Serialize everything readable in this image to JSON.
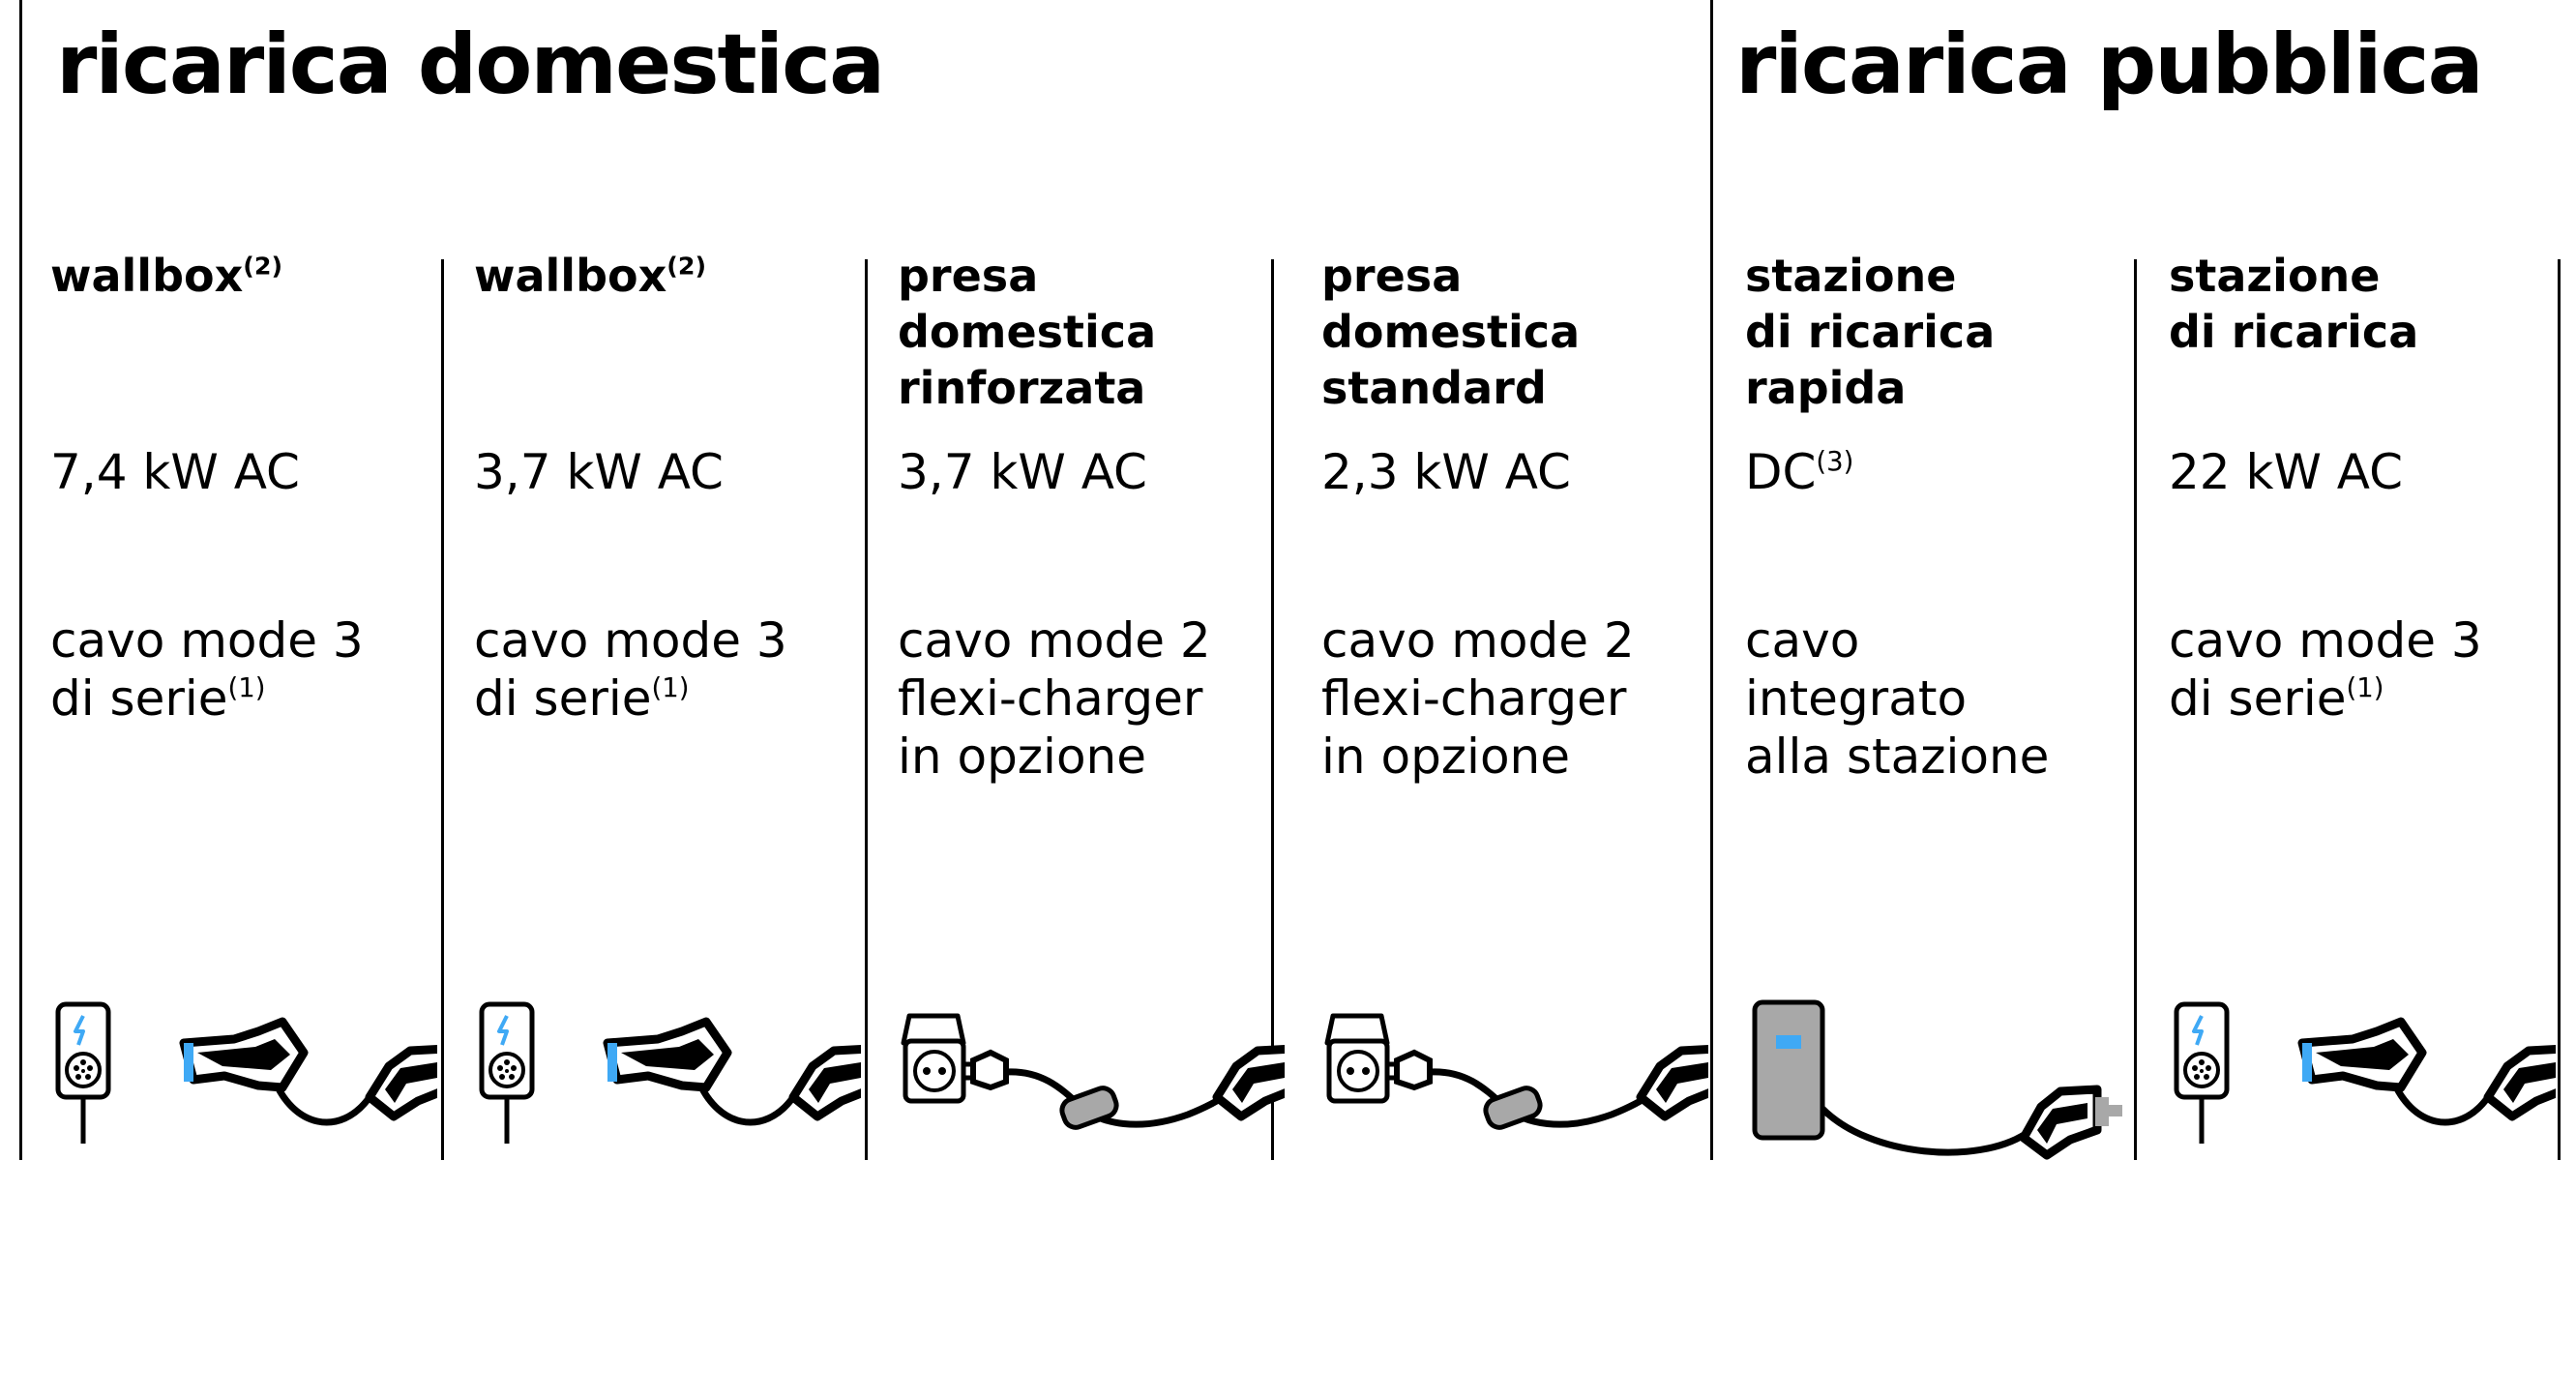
{
  "headings": {
    "home": "ricarica domestica",
    "public": "ricarica pubblica"
  },
  "columns": [
    {
      "title": "wallbox",
      "title_sup": "(2)",
      "power": "7,4 kW AC",
      "power_sup": "",
      "cable": "cavo mode 3\ndi serie",
      "cable_sup": "(1)",
      "illustration": "wallbox-icon"
    },
    {
      "title": "wallbox",
      "title_sup": "(2)",
      "power": "3,7 kW AC",
      "power_sup": "",
      "cable": "cavo mode 3\ndi serie",
      "cable_sup": "(1)",
      "illustration": "wallbox-icon"
    },
    {
      "title": "presa\ndomestica\nrinforzata",
      "title_sup": "",
      "power": "3,7 kW AC",
      "power_sup": "",
      "cable": "cavo mode 2\nflexi-charger\nin opzione",
      "cable_sup": "",
      "illustration": "home-socket-icon"
    },
    {
      "title": "presa\ndomestica\nstandard",
      "title_sup": "",
      "power": "2,3 kW AC",
      "power_sup": "",
      "cable": "cavo mode 2\nflexi-charger\nin opzione",
      "cable_sup": "",
      "illustration": "home-socket-icon"
    },
    {
      "title": "stazione\ndi ricarica\nrapida",
      "title_sup": "",
      "power": "DC",
      "power_sup": "(3)",
      "cable": "cavo\nintegrato\nalla stazione",
      "cable_sup": "",
      "illustration": "fast-charging-station-icon"
    },
    {
      "title": "stazione\ndi ricarica",
      "title_sup": "",
      "power": "22 kW AC",
      "power_sup": "",
      "cable": "cavo mode 3\ndi serie",
      "cable_sup": "(1)",
      "illustration": "wallbox-icon"
    }
  ],
  "colors": {
    "text": "#000000",
    "accent_blue": "#3fa9f5",
    "grey": "#a8a8a8"
  }
}
